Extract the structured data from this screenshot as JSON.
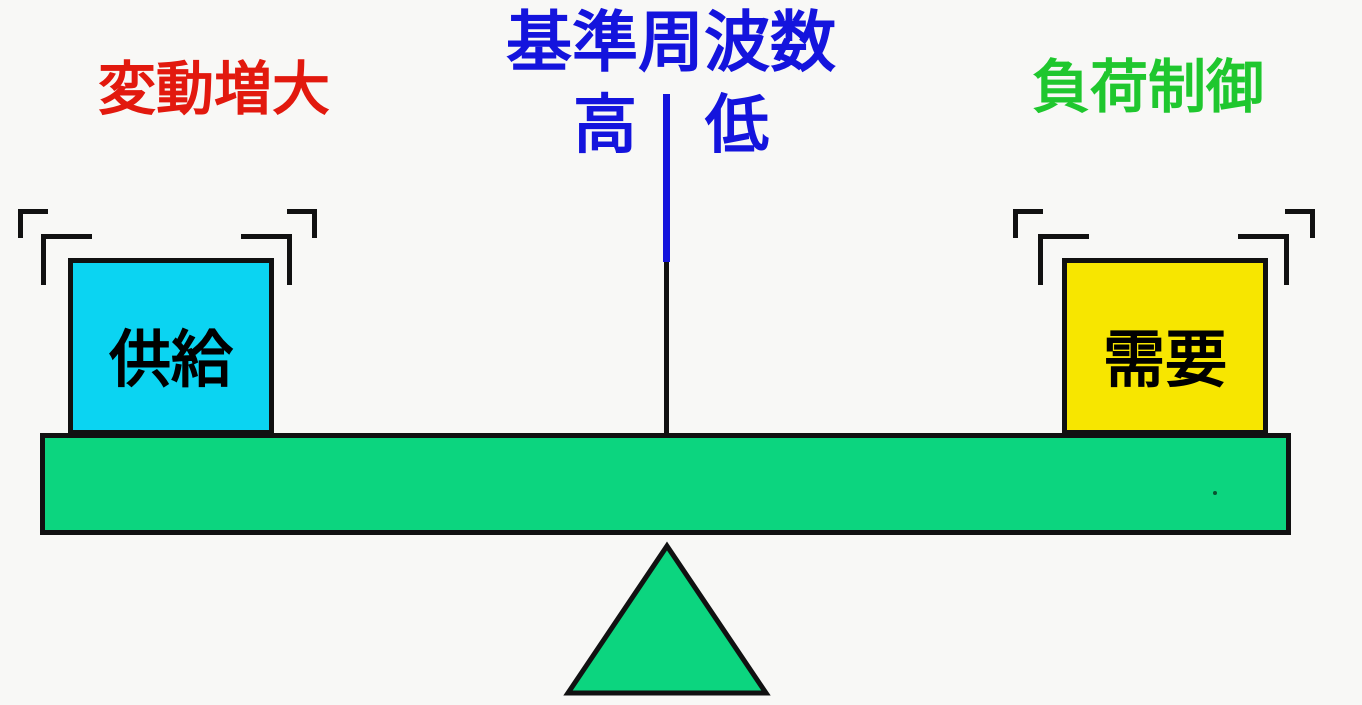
{
  "diagram": {
    "title": "基準周波数",
    "scale": {
      "high": "高",
      "low": "低"
    },
    "labels": {
      "fluctuation_increase": "変動増大",
      "load_control": "負荷制御"
    },
    "boxes": {
      "supply": "供給",
      "demand": "需要"
    },
    "colors": {
      "title_blue": "#1414dd",
      "fluctuation_red": "#e2190e",
      "load_control_green": "#1fc72e",
      "supply_cyan": "#0bd4f2",
      "demand_yellow": "#f7e600",
      "beam_green": "#0cd57f",
      "outline_black": "#111111",
      "background": "#f8f8f6"
    }
  }
}
